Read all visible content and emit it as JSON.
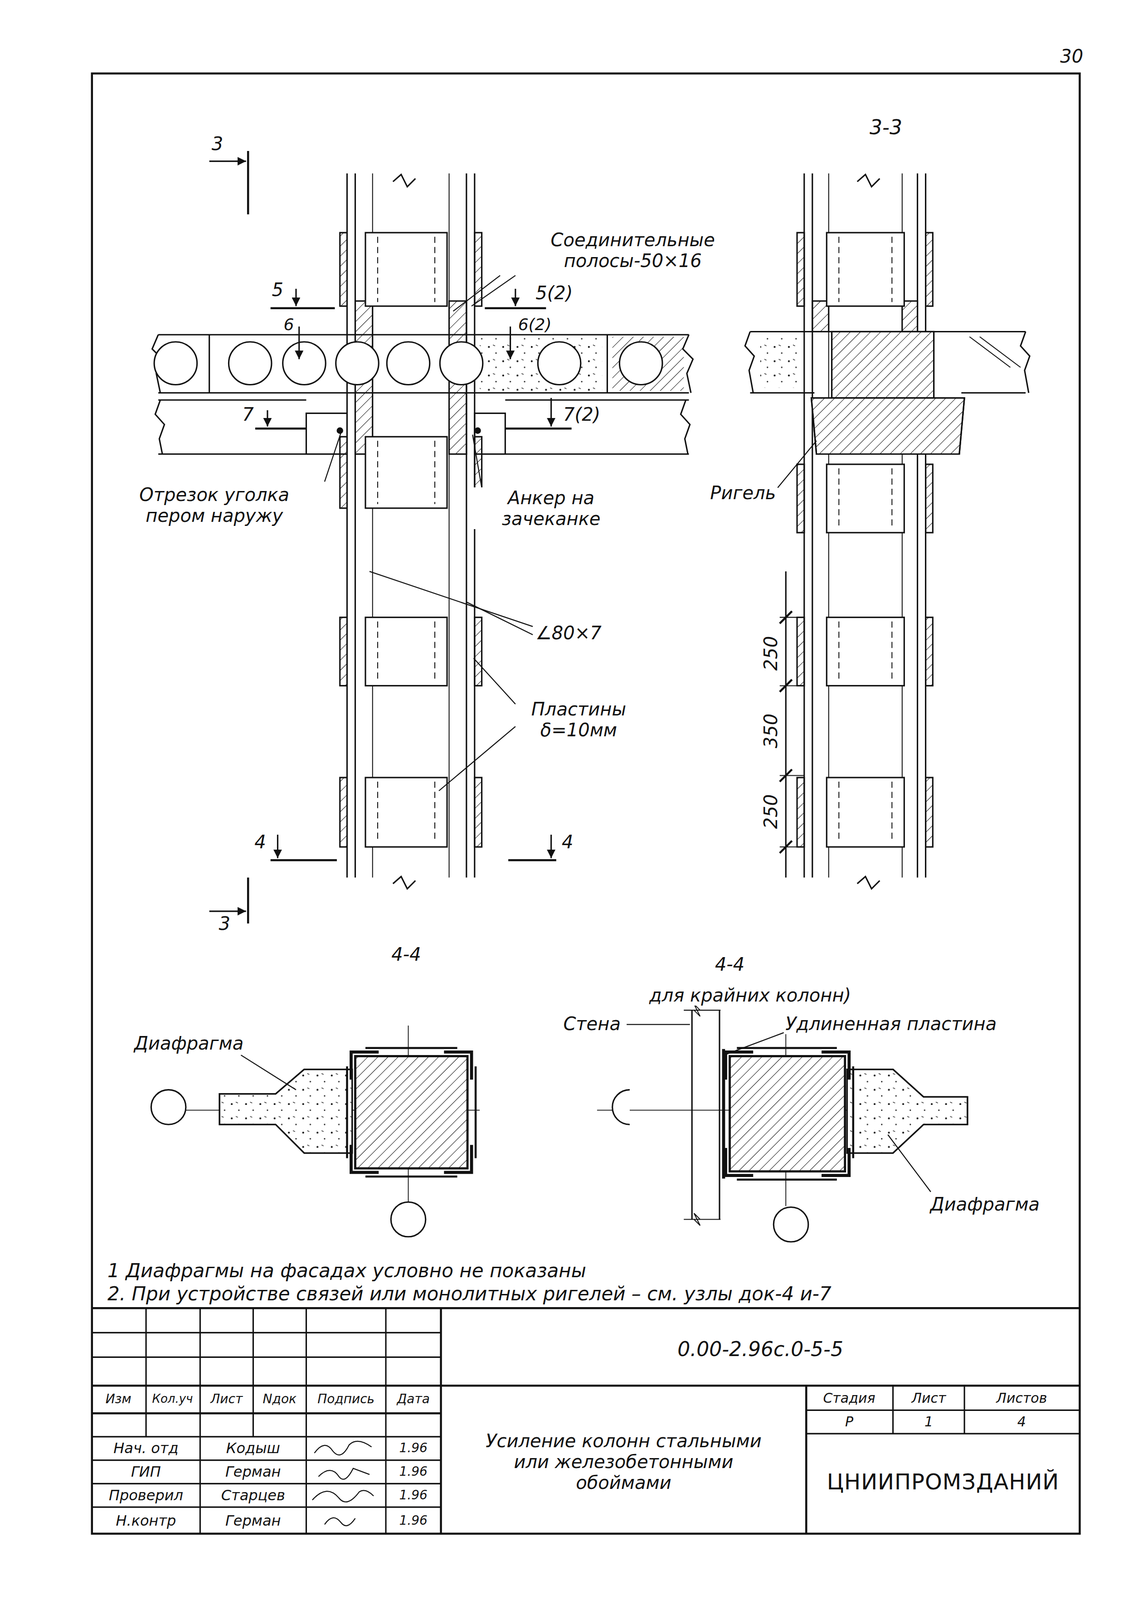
{
  "diagram": {
    "labels": [
      "30",
      "3",
      "3-3",
      "Соединительные полосы-50×16",
      "5",
      "5(2)",
      "6",
      "6(2)",
      "7",
      "7(2)",
      "Отрезок уголка пером наружу",
      "Анкер на зачеканке",
      "Ригель",
      "∠80×7",
      "Пластины δ=10мм",
      "250",
      "350",
      "250",
      "4",
      "4",
      "3",
      "4-4",
      "4-4",
      "для крайних колонн)",
      "Диафрагма",
      "Стена",
      "Удлиненная пластина",
      "Диафрагма",
      "1 Диафрагмы на фасадах условно не показаны",
      "2. При устройстве связей или монолитных ригелей – см. узлы док-4 и-7",
      "0.00-2.96с.0-5-5",
      "Изм",
      "Кол.уч",
      "Лист",
      "Nдок",
      "Подпись",
      "Дата",
      "Нач. отд",
      "Кодыш",
      "1.96",
      "ГИП",
      "Герман",
      "1.96",
      "Проверил",
      "Старцев",
      "1.96",
      "Н.контр",
      "Герман",
      "1.96",
      "Усиление колонн стальными или железобетонными обоймами",
      "Стадия",
      "Лист",
      "Листов",
      "Р",
      "1",
      "4",
      "ЦНИИПРОМЗДАНИЙ"
    ]
  }
}
